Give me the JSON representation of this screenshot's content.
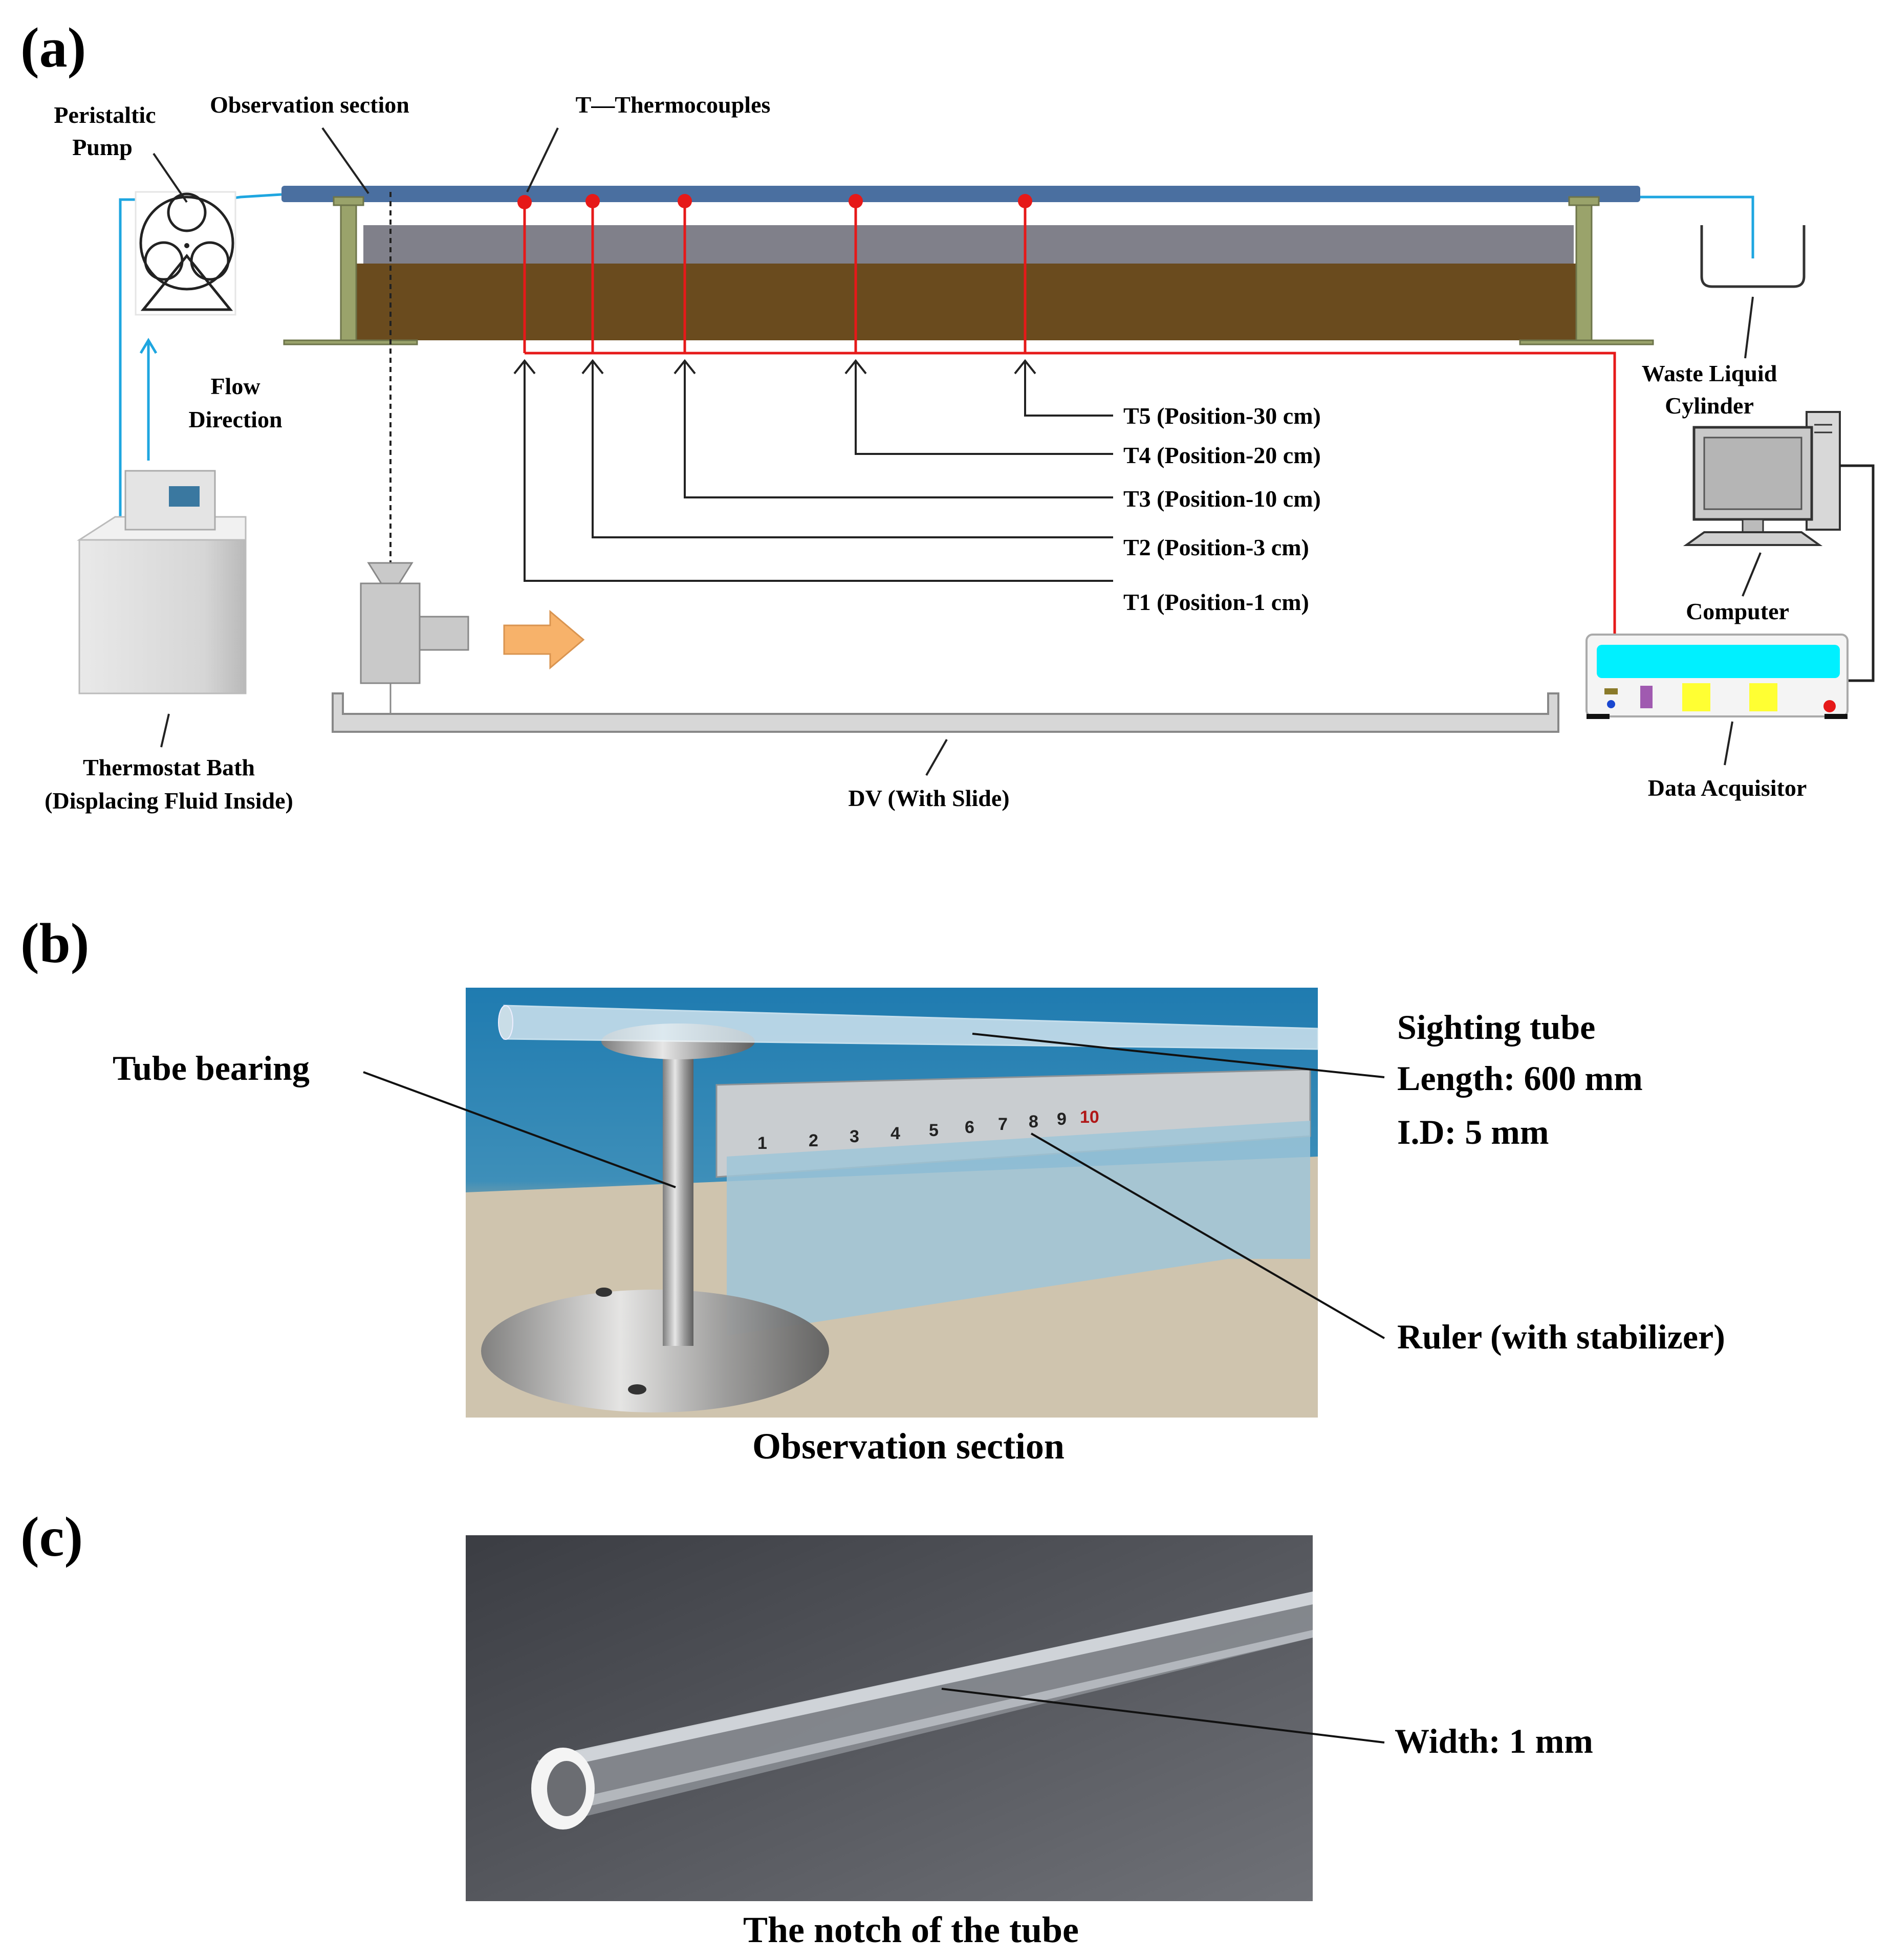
{
  "panels": {
    "a": "(a)",
    "b": "(b)",
    "c": "(c)"
  },
  "schematic": {
    "peristaltic_pump": [
      "Peristaltic",
      "Pump"
    ],
    "observation_section": "Observation section",
    "thermocouples": "T—Thermocouples",
    "flow_direction": [
      "Flow",
      "Direction"
    ],
    "waste_liquid_cylinder": [
      "Waste Liquid",
      "Cylinder"
    ],
    "computer": "Computer",
    "data_acquisitor": "Data Acquisitor",
    "thermostat_bath": [
      "Thermostat Bath",
      "(Displacing Fluid Inside)"
    ],
    "dv": "DV (With Slide)",
    "thermocouple_positions": [
      {
        "id": "T1",
        "label": "T1 (Position-1 cm)"
      },
      {
        "id": "T2",
        "label": "T2 (Position-3 cm)"
      },
      {
        "id": "T3",
        "label": "T3 (Position-10 cm)"
      },
      {
        "id": "T4",
        "label": "T4 (Position-20 cm)"
      },
      {
        "id": "T5",
        "label": "T5 (Position-30 cm)"
      }
    ],
    "colors": {
      "tube": "#4a6fa0",
      "thermocouple": "#e61919",
      "flow_line": "#1ea6e0",
      "sand": "#6a4b1e",
      "gray_layer": "#808080",
      "frame": "#9aa36b",
      "arrow": "#f7b26a"
    }
  },
  "photo_b": {
    "tube_bearing": "Tube bearing",
    "sighting_tube": [
      "Sighting tube",
      "Length: 600 mm",
      "I.D: 5 mm"
    ],
    "ruler": "Ruler (with stabilizer)",
    "caption": "Observation section",
    "ruler_ticks": [
      "1",
      "2",
      "3",
      "4",
      "5",
      "6",
      "7",
      "8",
      "9",
      "10"
    ]
  },
  "photo_c": {
    "width_label": "Width: 1 mm",
    "caption": "The notch of the tube"
  }
}
